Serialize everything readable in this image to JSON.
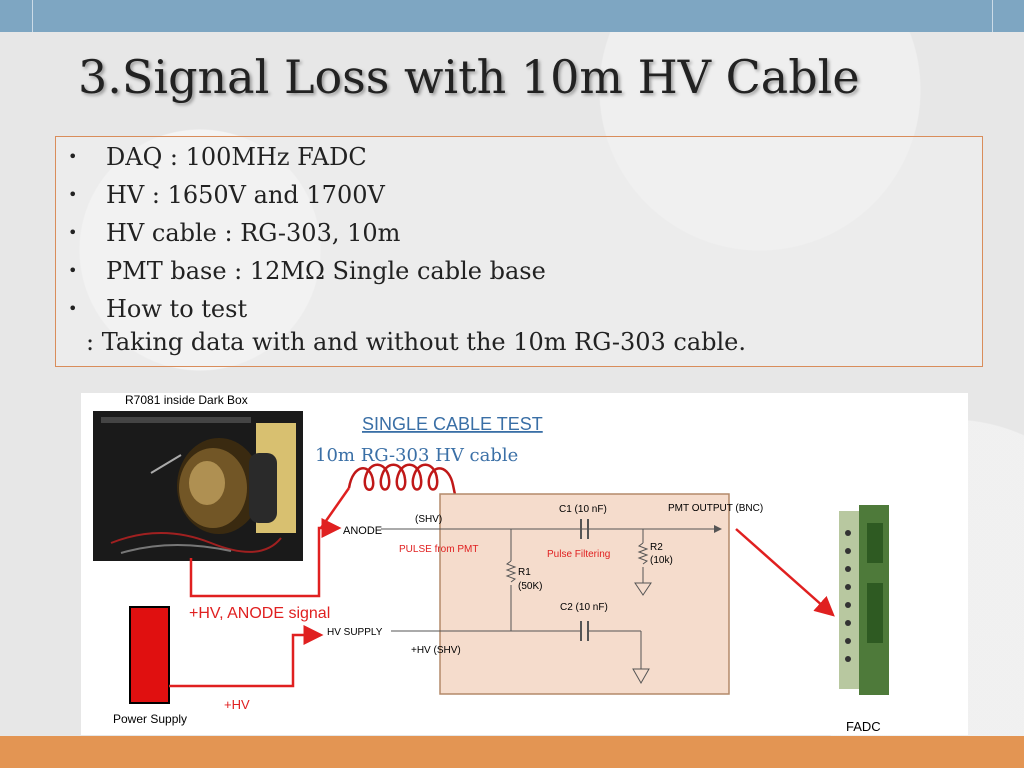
{
  "slide": {
    "title": "3.Signal Loss with 10m HV Cable"
  },
  "bullets": [
    {
      "marker": "•",
      "text": "DAQ : 100MHz FADC"
    },
    {
      "marker": "•",
      "text": "HV : 1650V and 1700V"
    },
    {
      "marker": "•",
      "text": "HV cable : RG-303, 10m"
    },
    {
      "marker": "•",
      "text": "PMT base : 12MΩ Single cable base"
    },
    {
      "marker": "•",
      "text": "How to test"
    }
  ],
  "test_description": ": Taking data with and without the 10m RG-303 cable.",
  "diagram": {
    "photo_caption": "R7081 inside Dark Box",
    "title": "SINGLE CABLE TEST",
    "cable_label": "10m RG-303 HV cable",
    "anode_label": "ANODE",
    "shv_top_label": "(SHV)",
    "pulse_from_pmt_label": "PULSE from PMT",
    "c1_label": "C1  (10 nF)",
    "pmt_output_label": "PMT OUTPUT  (BNC)",
    "pulse_filtering_label": "Pulse Filtering",
    "r2_label": "R2",
    "r2_value": "(10k)",
    "r1_label": "R1",
    "r1_value": "(50K)",
    "c2_label": "C2 (10 nF)",
    "hv_anode_signal_label": "+HV, ANODE signal",
    "hv_supply_label": "HV SUPPLY",
    "hv_shv_label": "+HV (SHV)",
    "hv_label": "+HV",
    "power_supply_label": "Power Supply",
    "fadc_label": "FADC",
    "colors": {
      "signal_arrow": "#e02020",
      "cable_coil": "#c01818",
      "title_text": "#3a6fa6",
      "circuit_box": "#f5dccc",
      "circuit_border": "#b48a6a",
      "power_supply": "#e01010"
    }
  },
  "theme": {
    "top_bar": "#7ea6c2",
    "bottom_bar": "#e39553",
    "box_border": "#d98d5b"
  }
}
